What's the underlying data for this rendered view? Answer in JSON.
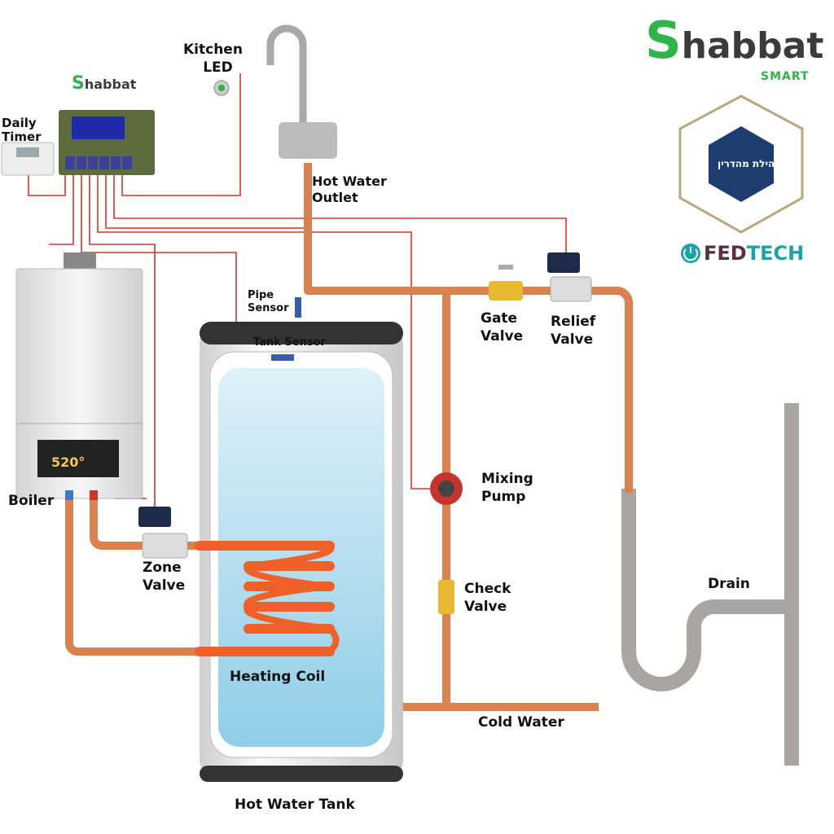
{
  "labels": {
    "kitchen_led": [
      "Kitchen",
      "LED"
    ],
    "daily_timer": [
      "Daily",
      "Timer"
    ],
    "hot_water_outlet": [
      "Hot Water",
      "Outlet"
    ],
    "pipe_sensor": [
      "Pipe",
      "Sensor"
    ],
    "tank_sensor": "Tank Sensor",
    "gate_valve": [
      "Gate",
      "Valve"
    ],
    "relief_valve": [
      "Relief",
      "Valve"
    ],
    "mixing_pump": [
      "Mixing",
      "Pump"
    ],
    "check_valve": [
      "Check",
      "Valve"
    ],
    "boiler": "Boiler",
    "zone_valve": [
      "Zone",
      "Valve"
    ],
    "heating_coil": "Heating Coil",
    "drain": "Drain",
    "cold_water": "Cold Water",
    "hot_water_tank": "Hot Water Tank"
  },
  "boiler_display": "520°",
  "logos": {
    "brand_main": "habbat",
    "brand_initial": "S",
    "brand_sub": "SMART",
    "hechsher": "קהילת מהדרין",
    "fedtech_a": "FED",
    "fedtech_b": "TECH"
  },
  "colors": {
    "copper": "#d9814f",
    "wire": "#d9352c",
    "water": "#bfe4f3",
    "coil": "#f0612a",
    "drain": "#a9a5a2",
    "brand_green": "#2fb34a",
    "hechsher_blue": "#1d3d6e",
    "fedtech_teal": "#1aa3a9"
  }
}
